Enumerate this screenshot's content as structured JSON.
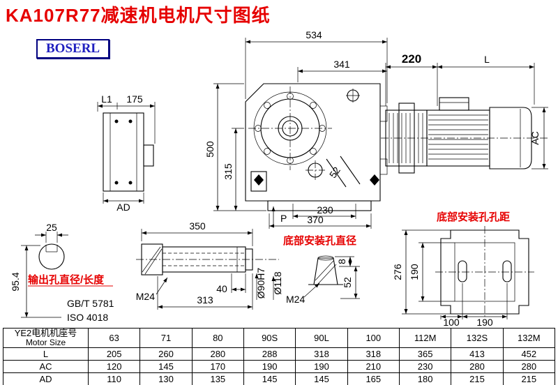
{
  "colors": {
    "title_red": "#e60000",
    "note_red": "#e60000",
    "logo_blue": "#2020c0",
    "line_black": "#000000"
  },
  "page": {
    "title": "KA107R77减速机电机尺寸图纸",
    "logo": "BOSERL"
  },
  "front_view": {
    "dim_534": "534",
    "dim_341": "341",
    "dim_500": "500",
    "dim_315": "315",
    "dim_52": "52",
    "dim_230": "230",
    "dim_370": "370",
    "label_p": "P"
  },
  "motor_view": {
    "dim_220": "220",
    "dim_l": "L",
    "dim_ac": "AC"
  },
  "side_view": {
    "dim_l1": "L1",
    "dim_175": "175",
    "dim_ad": "AD"
  },
  "shaft_section": {
    "dim_25": "25",
    "dim_95_4": "95.4"
  },
  "shaft_view": {
    "dim_350": "350",
    "dim_40": "40",
    "dim_313": "313",
    "dim_d90": "Ø90H7",
    "dim_d118": "Ø118",
    "label_m24": "M24",
    "label_gb": "GB/T 5781",
    "label_iso": "ISO 4018",
    "note_output": "输出孔直径/长度"
  },
  "mount_hole": {
    "note": "底部安装孔直径",
    "label_m24": "M24",
    "dim_8": "8",
    "dim_52": "52"
  },
  "bottom_view": {
    "note": "底部安装孔孔距",
    "dim_276": "276",
    "dim_190_left": "190",
    "dim_100": "100",
    "dim_190_bottom": "190"
  },
  "table": {
    "header_cn": "YE2电机机座号",
    "header_en": "Motor Size",
    "sizes": [
      "63",
      "71",
      "80",
      "90S",
      "90L",
      "100",
      "112M",
      "132S",
      "132M"
    ],
    "rows": [
      {
        "label": "L",
        "values": [
          "205",
          "260",
          "280",
          "288",
          "318",
          "318",
          "365",
          "413",
          "452"
        ]
      },
      {
        "label": "AC",
        "values": [
          "120",
          "145",
          "170",
          "190",
          "190",
          "210",
          "230",
          "280",
          "280"
        ]
      },
      {
        "label": "AD",
        "values": [
          "110",
          "130",
          "135",
          "145",
          "145",
          "165",
          "180",
          "215",
          "215"
        ]
      }
    ]
  }
}
